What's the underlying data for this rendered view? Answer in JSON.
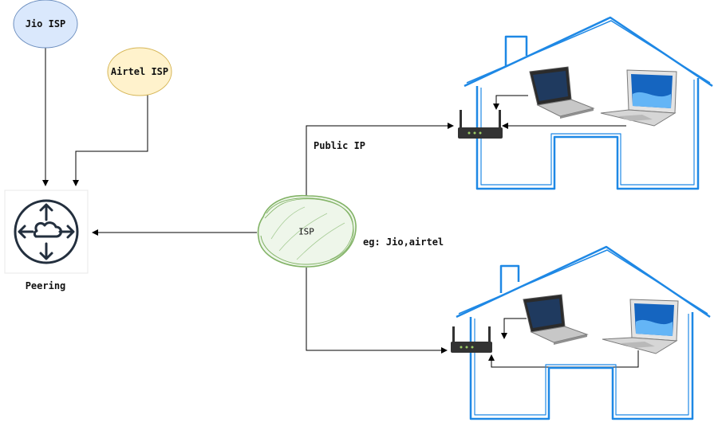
{
  "nodes": {
    "jio": {
      "label": "Jio ISP",
      "fill": "#dae8fc",
      "stroke": "#6c8ebf"
    },
    "airtel": {
      "label": "Airtel ISP",
      "fill": "#fff2cc",
      "stroke": "#d6b656"
    },
    "peering": {
      "label": "Peering",
      "icon": "cloud-router-icon"
    },
    "isp": {
      "label": "ISP",
      "stroke": "#82b366",
      "fill": "#d5e8d4"
    }
  },
  "annotations": {
    "public_ip": "Public IP",
    "isp_examples": "eg: Jio,airtel"
  },
  "homes": [
    {
      "name": "home-top",
      "devices": [
        "router-icon",
        "laptop-dark-icon",
        "laptop-blue-icon"
      ]
    },
    {
      "name": "home-bottom",
      "devices": [
        "router-icon",
        "laptop-dark-icon",
        "laptop-blue-icon"
      ]
    }
  ],
  "colors": {
    "house": "#1e88e5",
    "edge": "#000000",
    "router": "#333333"
  }
}
